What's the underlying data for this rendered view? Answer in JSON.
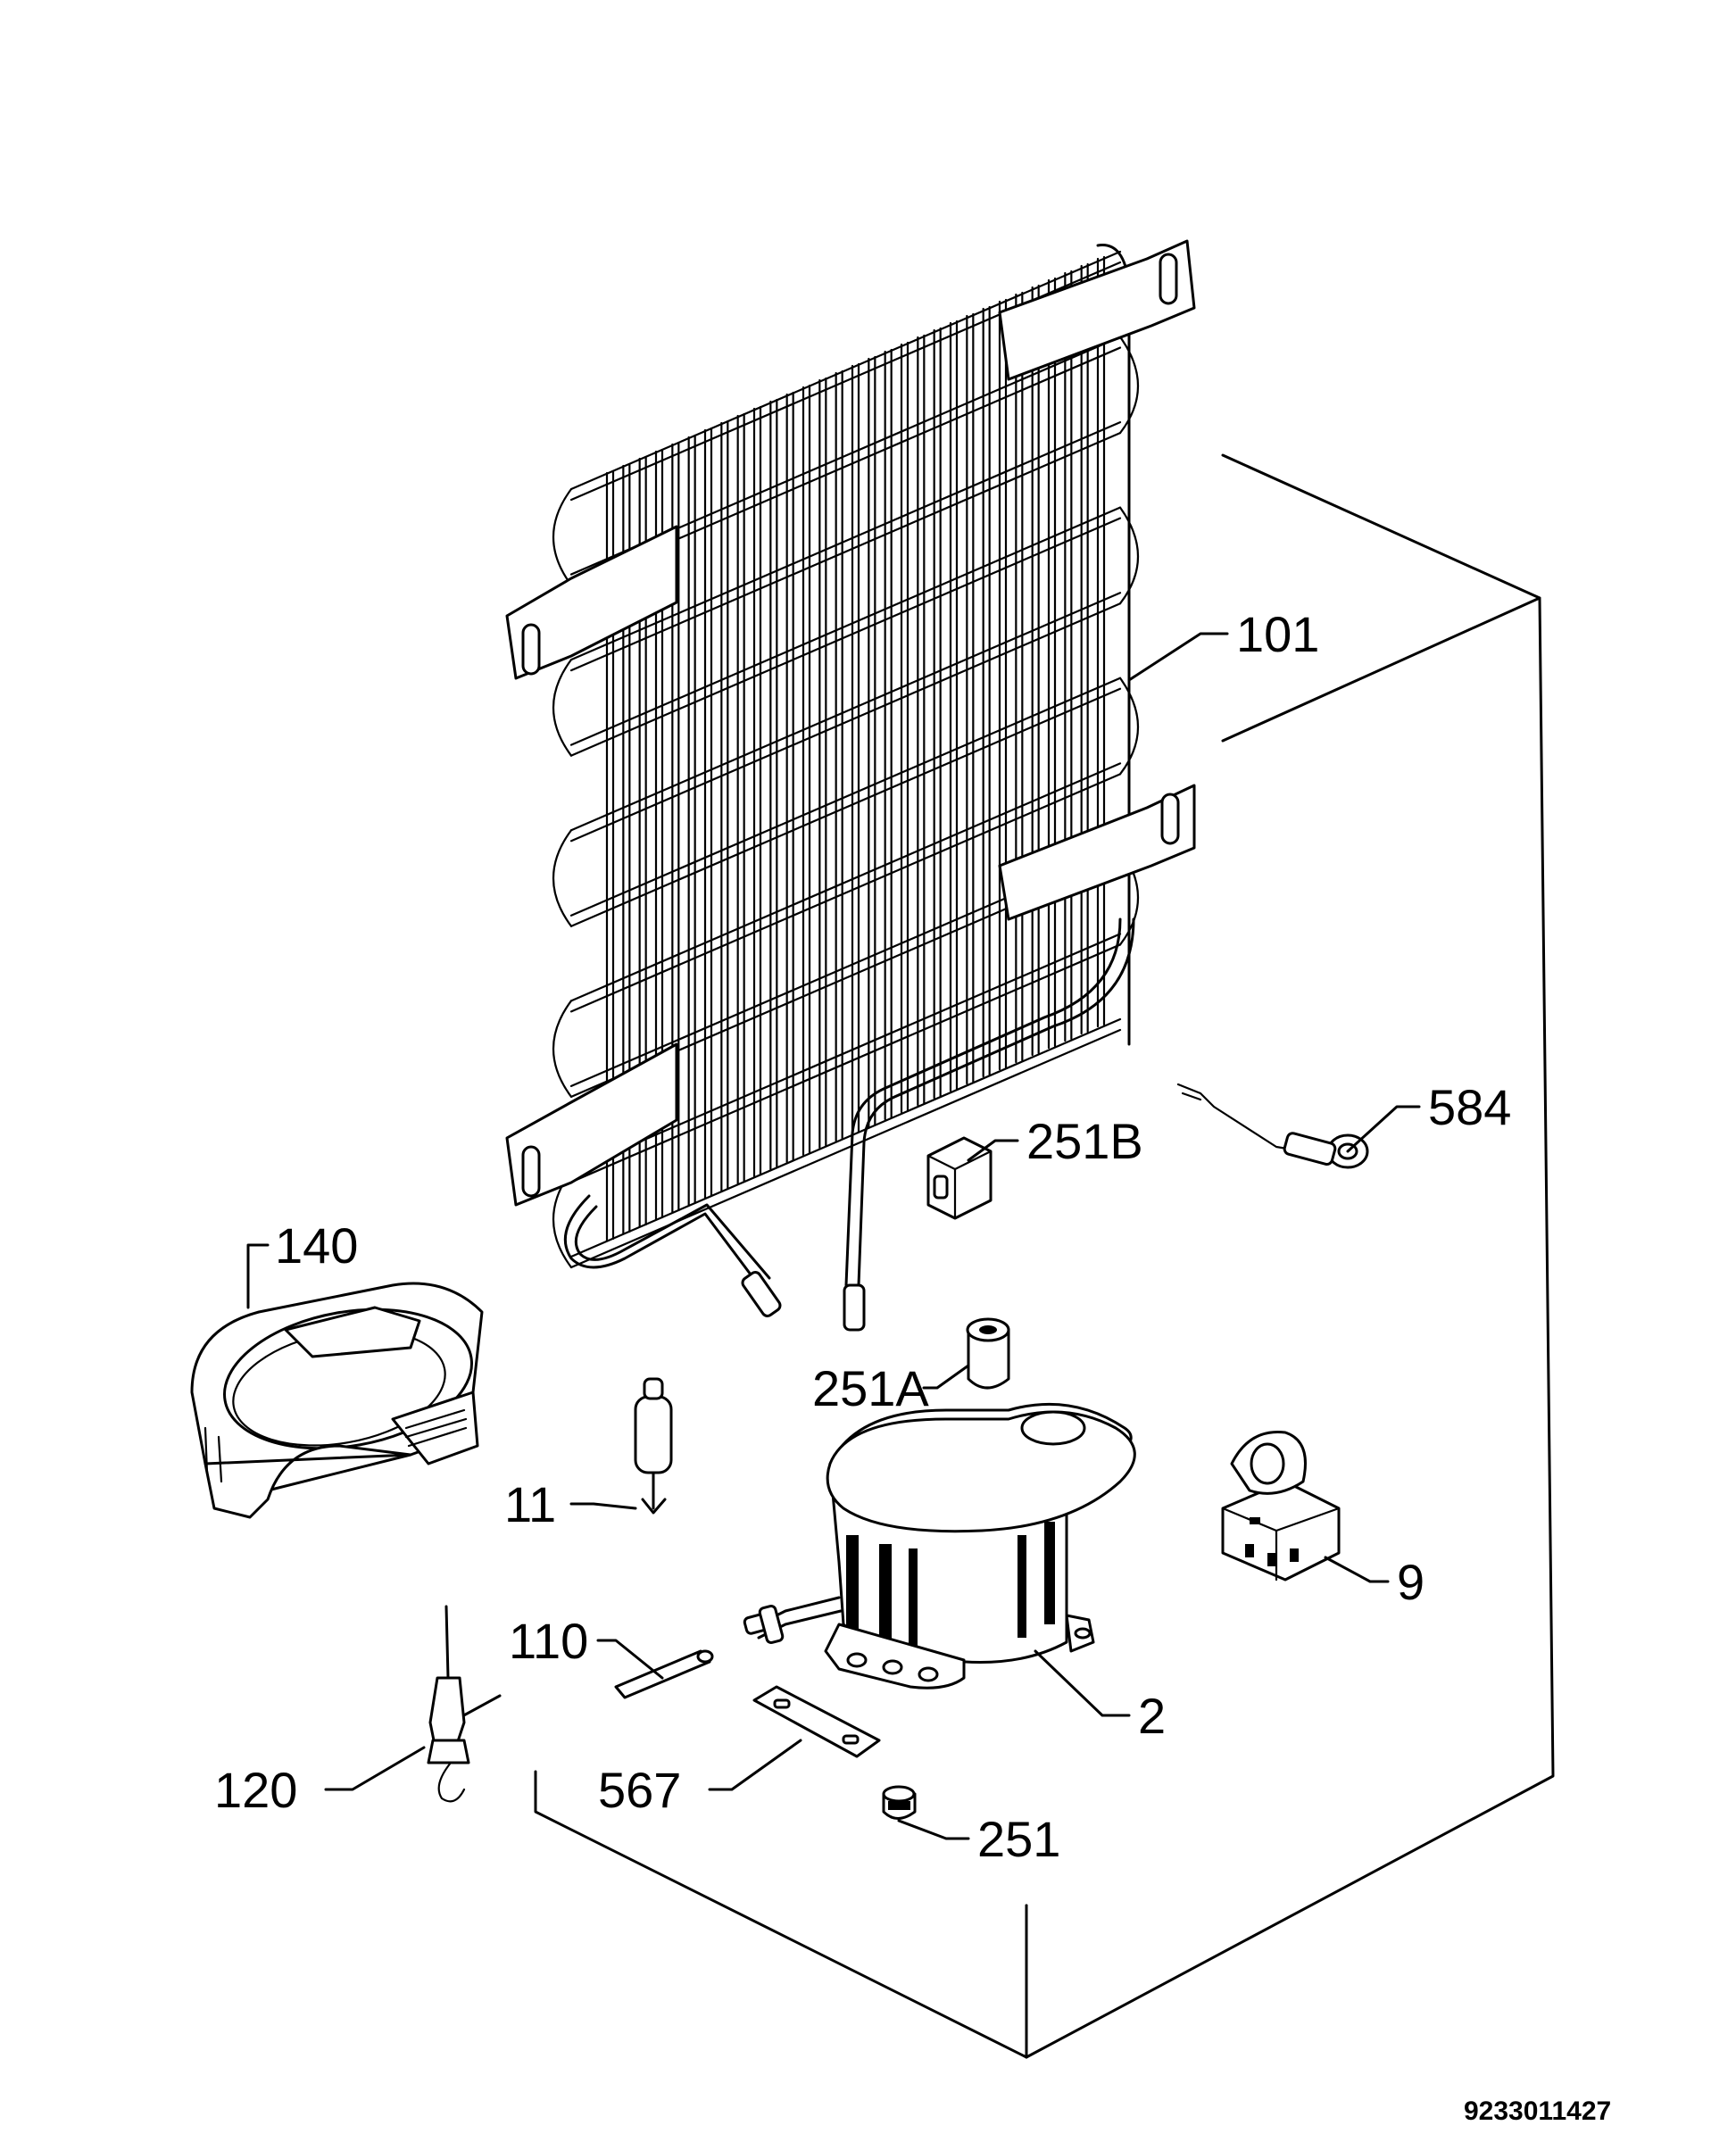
{
  "labels": {
    "condenser": "101",
    "drain_tray": "140",
    "capillary_clip_b": "251B",
    "capillary_clip_a": "251A",
    "relay": "9",
    "filter_drier": "584",
    "compressor": "2",
    "connector": "11",
    "pipe": "110",
    "service_valve": "120",
    "mounting_plate": "567",
    "grommet": "251"
  },
  "drawing_code": "9233011427",
  "colors": {
    "line": "#000000",
    "background": "#ffffff"
  }
}
